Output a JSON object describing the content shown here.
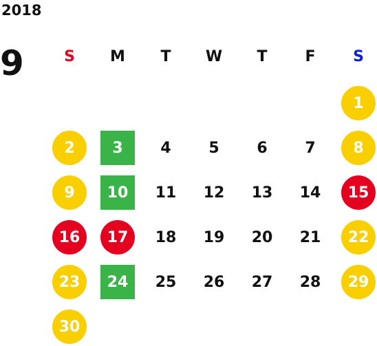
{
  "year": "2018",
  "month": "9",
  "weekdays": [
    "S",
    "M",
    "T",
    "W",
    "T",
    "F",
    "S"
  ],
  "colors": {
    "holiday_yellow": "#f9cf00",
    "holiday_red": "#e4001e",
    "weekday_green": "#3ab449",
    "sunday_header": "#e8001d",
    "saturday_header": "#0b1fd6"
  },
  "days": [
    {
      "d": "1",
      "style": "yellow"
    },
    {
      "d": "2",
      "style": "yellow"
    },
    {
      "d": "3",
      "style": "green"
    },
    {
      "d": "4",
      "style": "plain"
    },
    {
      "d": "5",
      "style": "plain"
    },
    {
      "d": "6",
      "style": "plain"
    },
    {
      "d": "7",
      "style": "plain"
    },
    {
      "d": "8",
      "style": "yellow"
    },
    {
      "d": "9",
      "style": "yellow"
    },
    {
      "d": "10",
      "style": "green"
    },
    {
      "d": "11",
      "style": "plain"
    },
    {
      "d": "12",
      "style": "plain"
    },
    {
      "d": "13",
      "style": "plain"
    },
    {
      "d": "14",
      "style": "plain"
    },
    {
      "d": "15",
      "style": "red"
    },
    {
      "d": "16",
      "style": "red"
    },
    {
      "d": "17",
      "style": "red"
    },
    {
      "d": "18",
      "style": "plain"
    },
    {
      "d": "19",
      "style": "plain"
    },
    {
      "d": "20",
      "style": "plain"
    },
    {
      "d": "21",
      "style": "plain"
    },
    {
      "d": "22",
      "style": "yellow"
    },
    {
      "d": "23",
      "style": "yellow"
    },
    {
      "d": "24",
      "style": "green"
    },
    {
      "d": "25",
      "style": "plain"
    },
    {
      "d": "26",
      "style": "plain"
    },
    {
      "d": "27",
      "style": "plain"
    },
    {
      "d": "28",
      "style": "plain"
    },
    {
      "d": "29",
      "style": "yellow"
    },
    {
      "d": "30",
      "style": "yellow"
    }
  ]
}
